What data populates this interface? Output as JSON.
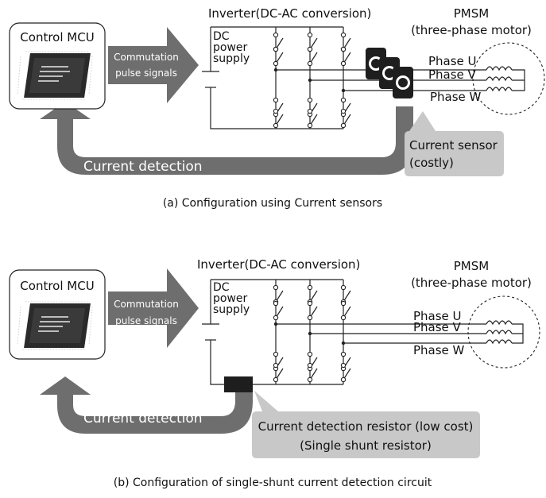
{
  "top": {
    "mcu_label": "Control MCU",
    "arrow_text_1": "Commutation",
    "arrow_text_2": "pulse signals",
    "inverter_title": "Inverter(DC-AC conversion)",
    "dc_1": "DC",
    "dc_2": "power",
    "dc_3": "supply",
    "motor_title_1": "PMSM",
    "motor_title_2": "(three-phase motor)",
    "phase_u": "Phase U",
    "phase_v": "Phase V",
    "phase_w": "Phase W",
    "feedback_label": "Current detection",
    "sensor_callout_1": "Current sensor",
    "sensor_callout_2": "(costly)",
    "caption": "(a) Configuration using Current sensors"
  },
  "bottom": {
    "mcu_label": "Control MCU",
    "arrow_text_1": "Commutation",
    "arrow_text_2": "pulse signals",
    "inverter_title": "Inverter(DC-AC conversion)",
    "dc_1": "DC",
    "dc_2": "power",
    "dc_3": "supply",
    "motor_title_1": "PMSM",
    "motor_title_2": "(three-phase motor)",
    "phase_u": "Phase U",
    "phase_v": "Phase V",
    "phase_w": "Phase W",
    "feedback_label": "Current detection",
    "resistor_callout_1": "Current detection resistor (low cost)",
    "resistor_callout_2": "(Single shunt resistor)",
    "caption": "(b) Configuration of single-shunt current detection circuit"
  },
  "colors": {
    "arrow_gray": "#6e6e6e",
    "callout_gray": "#c8c8c8",
    "chip_dark": "#2a2a2a",
    "sensor_dark": "#1e1e1e"
  }
}
